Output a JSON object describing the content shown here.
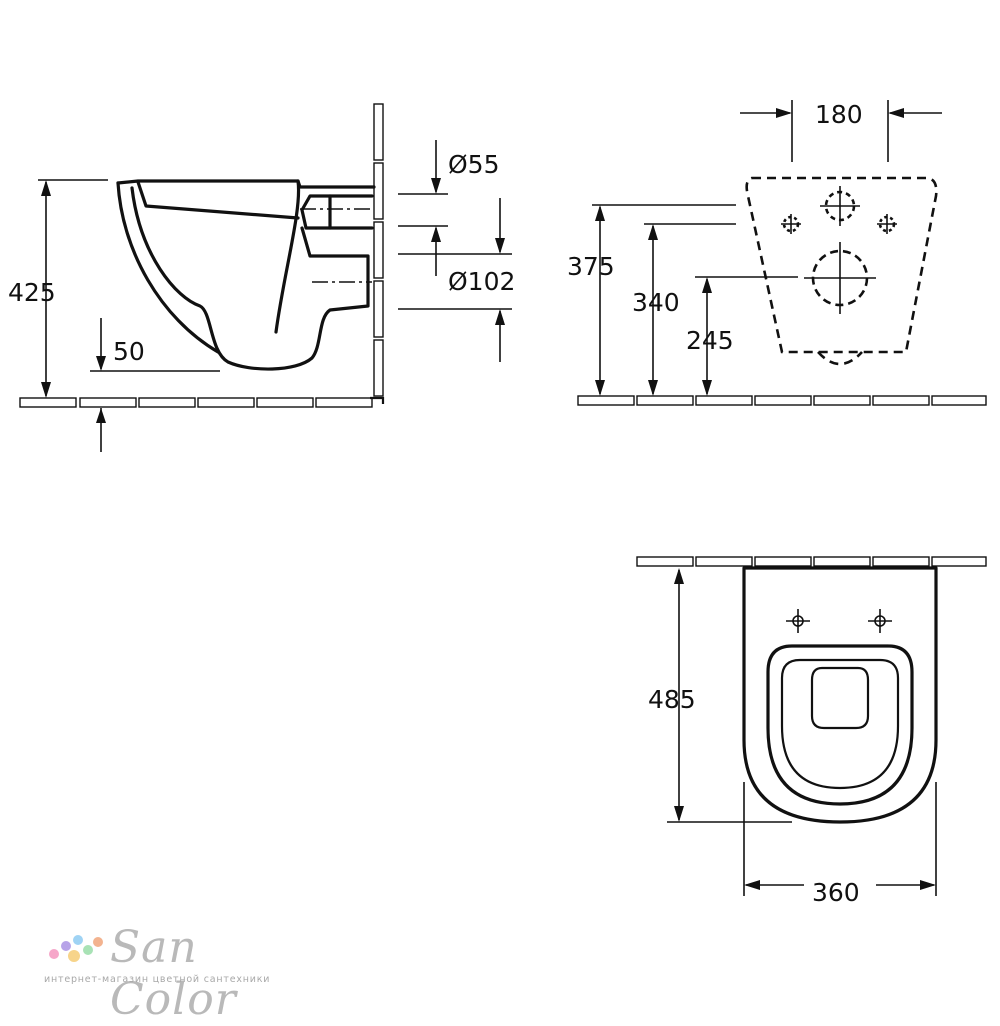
{
  "dimensions": {
    "side_height": "425",
    "side_offset": "50",
    "inlet_diameter": "Ø55",
    "outlet_diameter": "Ø102",
    "rear_bolt_spacing": "180",
    "rear_height_top": "375",
    "rear_height_inlet": "340",
    "rear_height_outlet": "245",
    "top_length": "485",
    "top_width": "360"
  },
  "brand": {
    "name": "San Color",
    "tagline": "интернет-магазин цветной сантехники",
    "dot_colors": [
      "#f6a6c9",
      "#b7a3e8",
      "#9fd3f4",
      "#f7d48a",
      "#a8e2b5",
      "#f3b38f"
    ]
  }
}
